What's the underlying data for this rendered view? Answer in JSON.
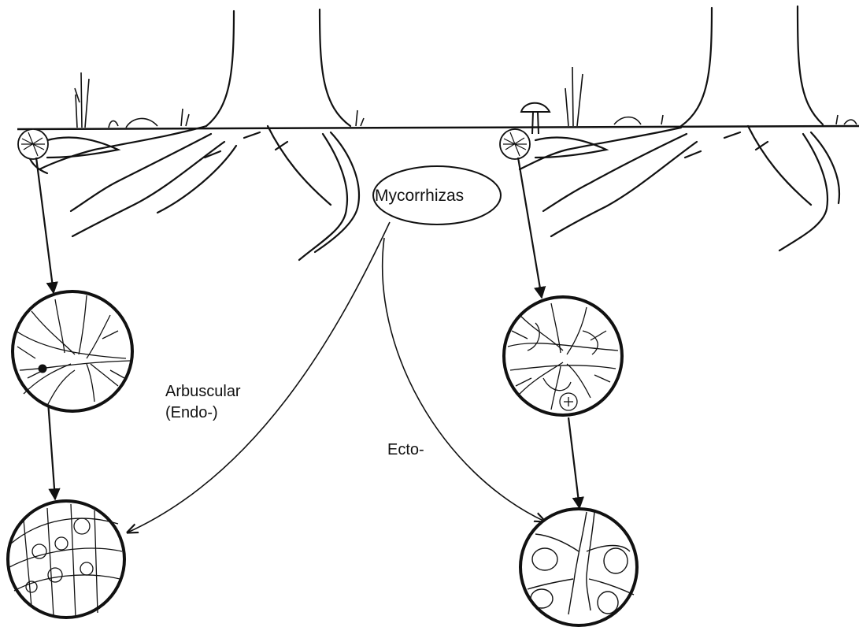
{
  "labels": {
    "center": "Mycorrhizas",
    "arbuscular": "Arbuscular",
    "endo": "(Endo-)",
    "ecto": "Ecto-"
  },
  "colors": {
    "ink": "#111111",
    "background": "#ffffff"
  }
}
